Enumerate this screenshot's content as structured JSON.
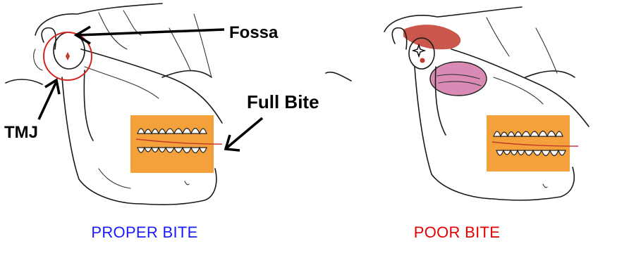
{
  "labels": {
    "fossa": "Fossa",
    "full_bite": "Full Bite",
    "tmj": "TMJ"
  },
  "captions": {
    "left": "PROPER BITE",
    "right": "POOR BITE"
  },
  "colors": {
    "caption_left": "#1a1aff",
    "caption_right": "#e60000",
    "bite_band": "#f4a13c",
    "joint_circle": "#d6241f",
    "muscle": "#c0392b",
    "muscle_light": "#d98bb5"
  }
}
